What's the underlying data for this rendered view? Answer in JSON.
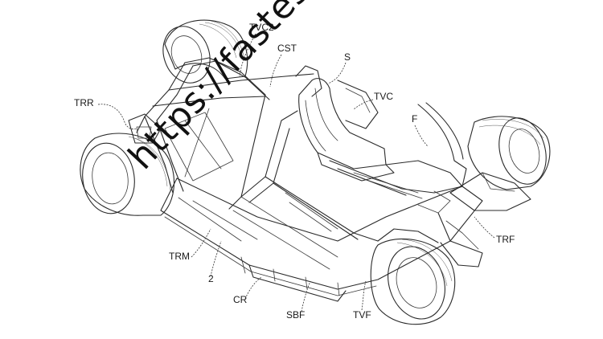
{
  "labels": {
    "tvc2": "TVC2",
    "cst": "CST",
    "s": "S",
    "tvc": "TVC",
    "trr": "TRR",
    "f": "F",
    "trf": "TRF",
    "trm": "TRM",
    "two": "2",
    "cr": "CR",
    "sbf": "SBF",
    "tvf": "TVF"
  },
  "watermark": "https://fastesco.ir",
  "colors": {
    "ink": "#2a2a2a",
    "paper": "#ffffff"
  }
}
